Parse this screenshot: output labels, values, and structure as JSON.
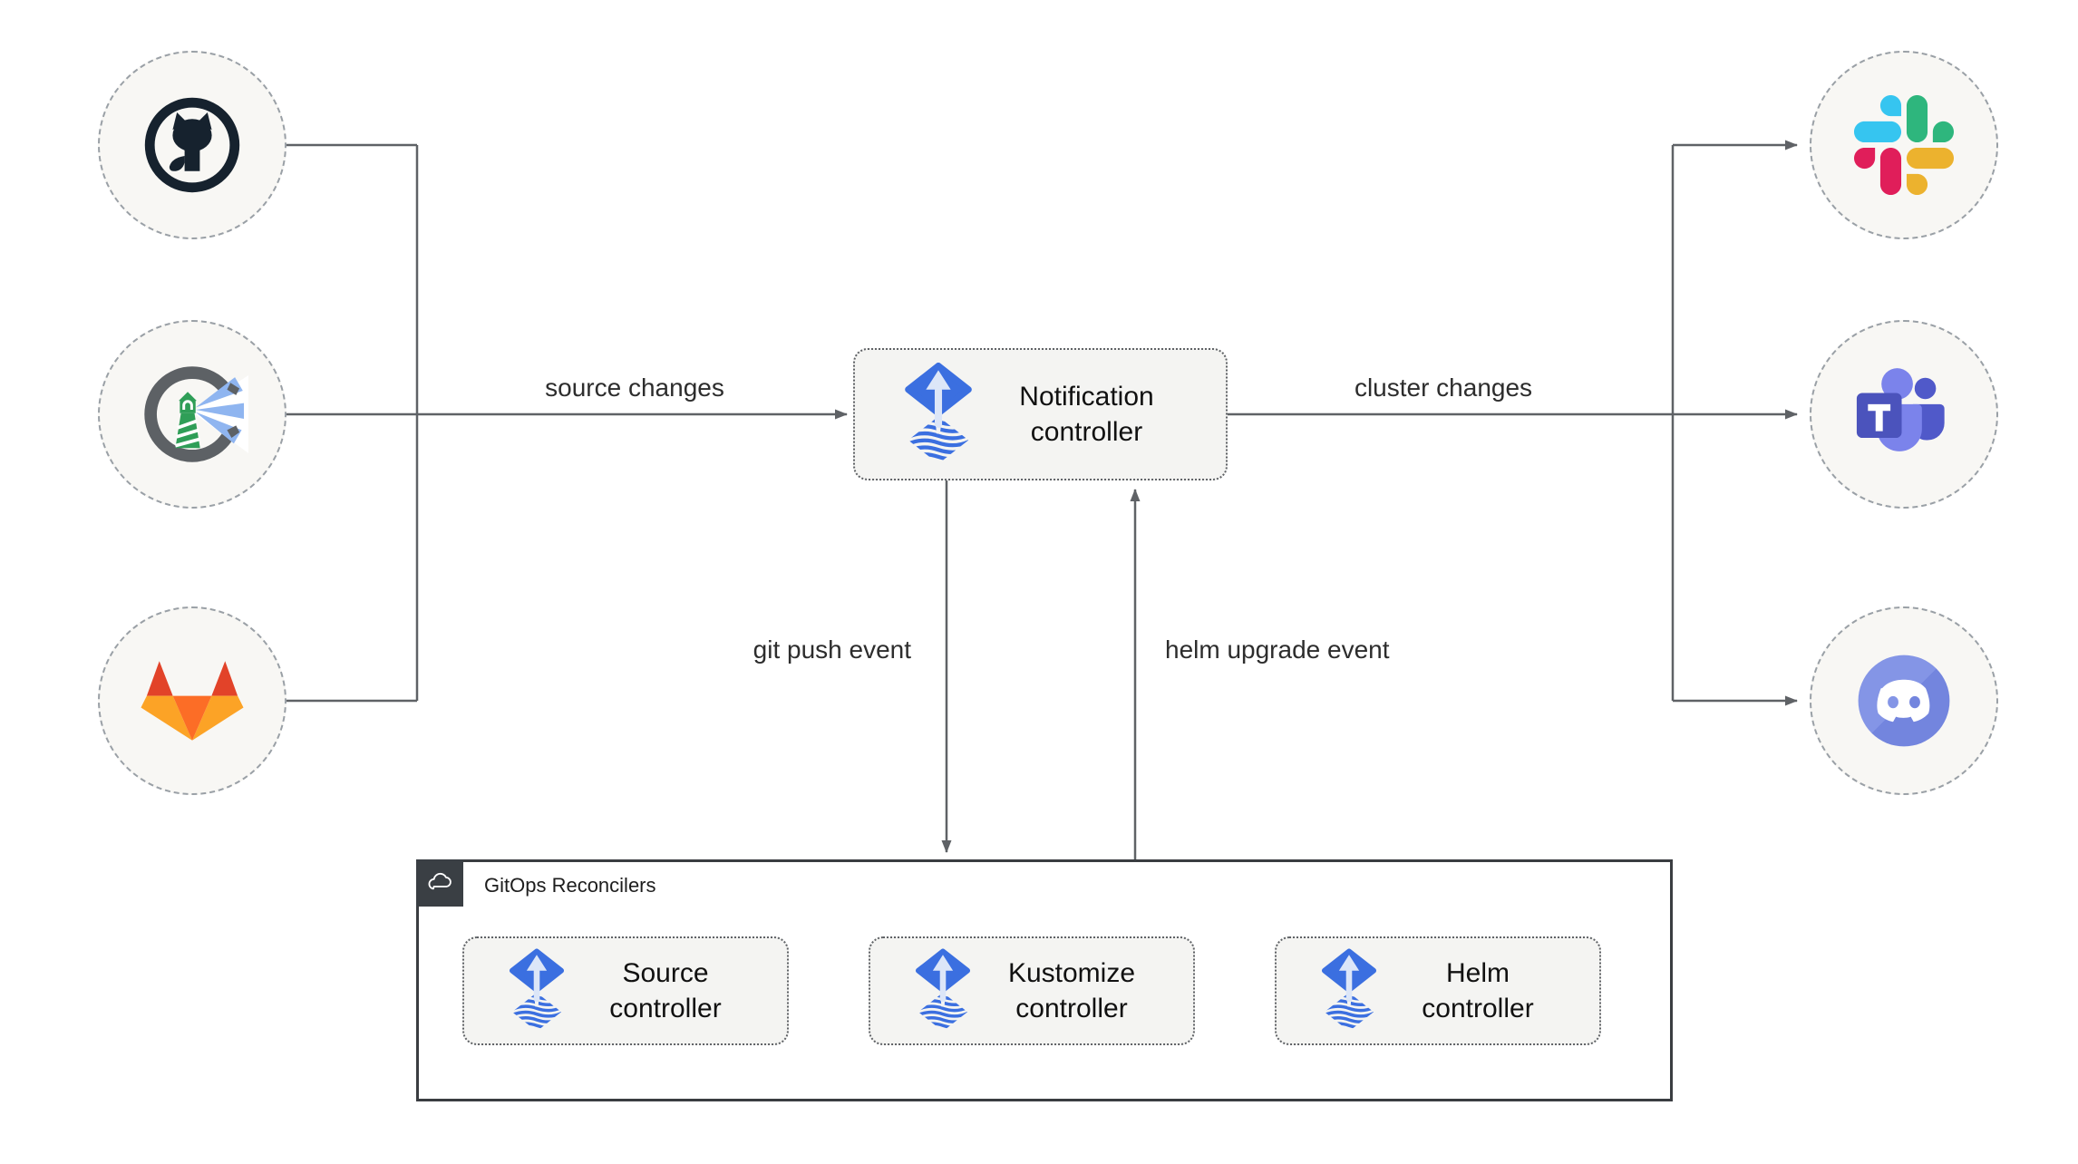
{
  "diagram": {
    "title_hint": "Flux notification controller flow",
    "controllers": {
      "notification": "Notification controller",
      "source": "Source controller",
      "kustomize": "Kustomize controller",
      "helm": "Helm controller"
    },
    "group": {
      "title": "GitOps Reconcilers"
    },
    "edges": {
      "source_changes": "source changes",
      "cluster_changes": "cluster changes",
      "git_push_event": "git push event",
      "helm_upgrade_event": "helm upgrade event"
    },
    "icons": {
      "sources": [
        "github-icon",
        "harbor-icon",
        "gitlab-icon"
      ],
      "targets": [
        "slack-icon",
        "microsoft-teams-icon",
        "discord-icon"
      ],
      "controller": "flux-icon",
      "group_header": "cloud-icon"
    },
    "colors": {
      "flux_blue": "#3b6fe0",
      "flux_arrow_light": "#dce6f8",
      "line_gray": "#5f6266",
      "node_bg": "#f4f4f2",
      "circle_bg": "#f8f7f4",
      "circle_border": "#9aa0a6",
      "group_border": "#3a3d41",
      "group_header_bg": "#3a3f44",
      "github_dark": "#16222e",
      "harbor_gray": "#5d6165",
      "harbor_green": "#2f9e57",
      "harbor_beam_blue": "#8fb5f0",
      "gitlab_red": "#e24329",
      "gitlab_orange": "#fc6d26",
      "gitlab_yellow": "#fca326",
      "slack_blue": "#36c5f0",
      "slack_green": "#2eb67d",
      "slack_red": "#e01e5a",
      "slack_yellow": "#ecb22e",
      "teams_purple": "#4b53bc",
      "teams_light_purple": "#7b83eb",
      "teams_mid_purple": "#5059c9",
      "discord_blurple": "#7b8ce4"
    }
  }
}
